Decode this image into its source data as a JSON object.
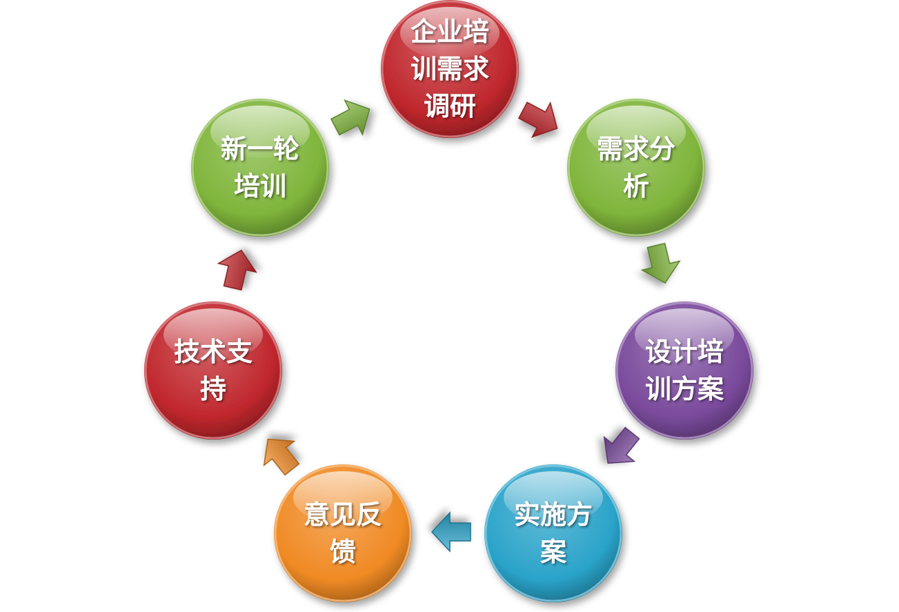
{
  "diagram": {
    "type": "cycle",
    "nodes": [
      {
        "id": "survey",
        "label": "企业培\n训需求\n调研",
        "color": "#c0272d"
      },
      {
        "id": "analysis",
        "label": "需求分\n析",
        "color": "#7fb53b"
      },
      {
        "id": "design",
        "label": "设计培\n训方案",
        "color": "#7a4a9c"
      },
      {
        "id": "implement",
        "label": "实施方\n案",
        "color": "#2aa3c9"
      },
      {
        "id": "feedback",
        "label": "意见反\n馈",
        "color": "#f08a24"
      },
      {
        "id": "support",
        "label": "技术支\n持",
        "color": "#c0272d"
      },
      {
        "id": "new-round",
        "label": "新一轮\n培训",
        "color": "#7fb53b"
      }
    ],
    "edges": [
      {
        "from": "survey",
        "to": "analysis",
        "color": "#c0272d"
      },
      {
        "from": "analysis",
        "to": "design",
        "color": "#7fb53b"
      },
      {
        "from": "design",
        "to": "implement",
        "color": "#7a4a9c"
      },
      {
        "from": "implement",
        "to": "feedback",
        "color": "#2aa3c9"
      },
      {
        "from": "feedback",
        "to": "support",
        "color": "#f08a24"
      },
      {
        "from": "support",
        "to": "new-round",
        "color": "#c0272d"
      },
      {
        "from": "new-round",
        "to": "survey",
        "color": "#7fb53b"
      }
    ]
  }
}
